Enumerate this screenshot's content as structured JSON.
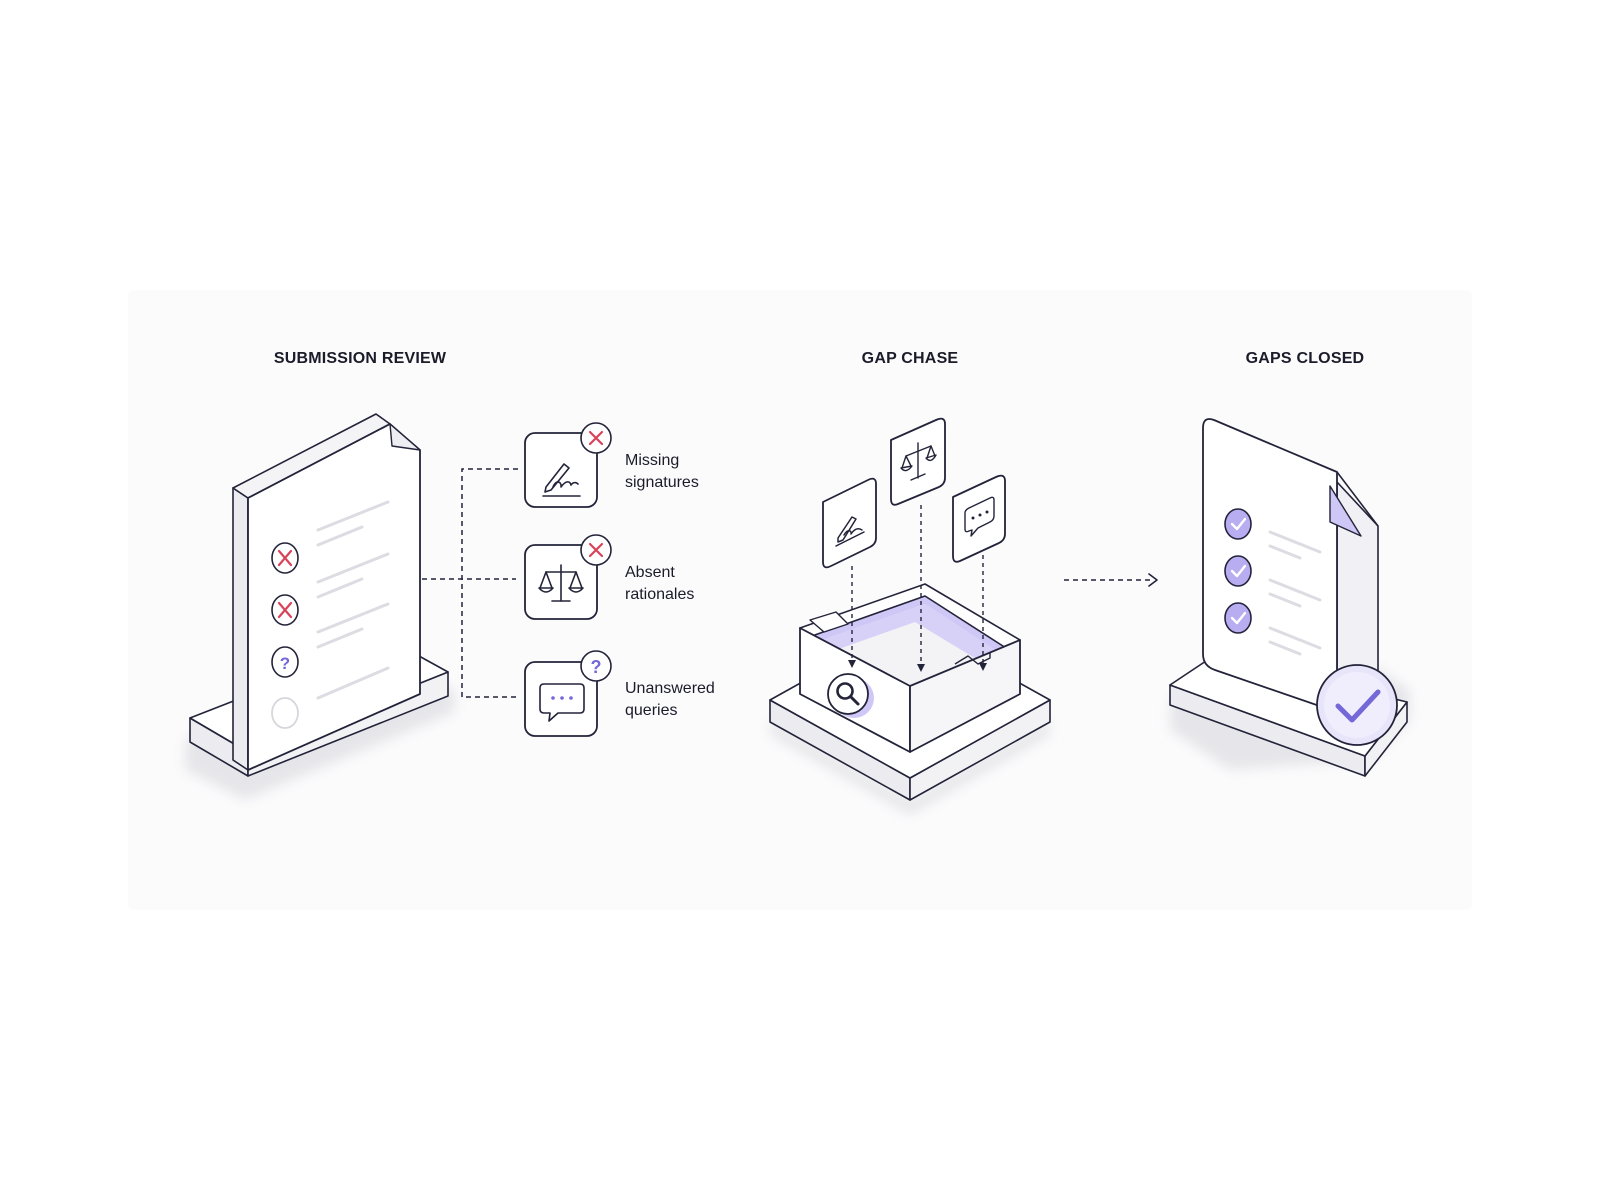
{
  "stages": {
    "review": {
      "title": "SUBMISSION REVIEW"
    },
    "chase": {
      "title": "GAP CHASE"
    },
    "closed": {
      "title": "GAPS CLOSED"
    }
  },
  "issues": [
    {
      "line1": "Missing",
      "line2": "signatures",
      "icon": "signature-icon",
      "badge": "x-mark-icon"
    },
    {
      "line1": "Absent",
      "line2": "rationales",
      "icon": "scales-icon",
      "badge": "x-mark-icon"
    },
    {
      "line1": "Unanswered",
      "line2": "queries",
      "icon": "speech-bubble-icon",
      "badge": "question-mark-icon"
    }
  ],
  "colors": {
    "ink": "#23233a",
    "accent": "#8d80e6",
    "accent_light": "#cfc8f6",
    "error": "#d9435a",
    "outline": "#d6d6dd"
  }
}
